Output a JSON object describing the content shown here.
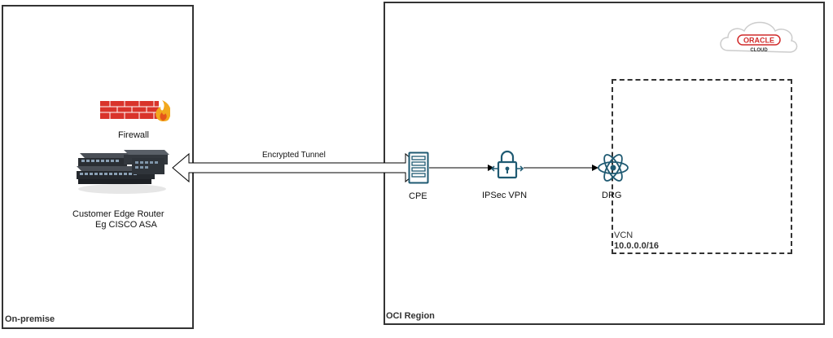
{
  "regions": {
    "on_premise": {
      "label": "On-premise"
    },
    "oci": {
      "label": "OCI Region"
    }
  },
  "logo": {
    "brand": "ORACLE",
    "sub": "CLOUD",
    "color": "#d12b2b"
  },
  "nodes": {
    "firewall": {
      "label": "Firewall",
      "icon": "firewall-icon"
    },
    "router": {
      "line1": "Customer Edge Router",
      "line2": "Eg CISCO ASA",
      "icon": "router-icon"
    },
    "cpe": {
      "label": "CPE",
      "icon": "server-icon"
    },
    "ipsec": {
      "label": "IPSec VPN",
      "icon": "lock-icon"
    },
    "drg": {
      "label": "DRG",
      "icon": "atom-icon"
    }
  },
  "tunnel": {
    "label": "Encrypted Tunnel"
  },
  "vcn": {
    "name": "VCN",
    "cidr": "10.0.0.0/16"
  },
  "colors": {
    "icon": "#1f5a72",
    "brick": "#d9342b",
    "flame": "#f2a81d"
  }
}
